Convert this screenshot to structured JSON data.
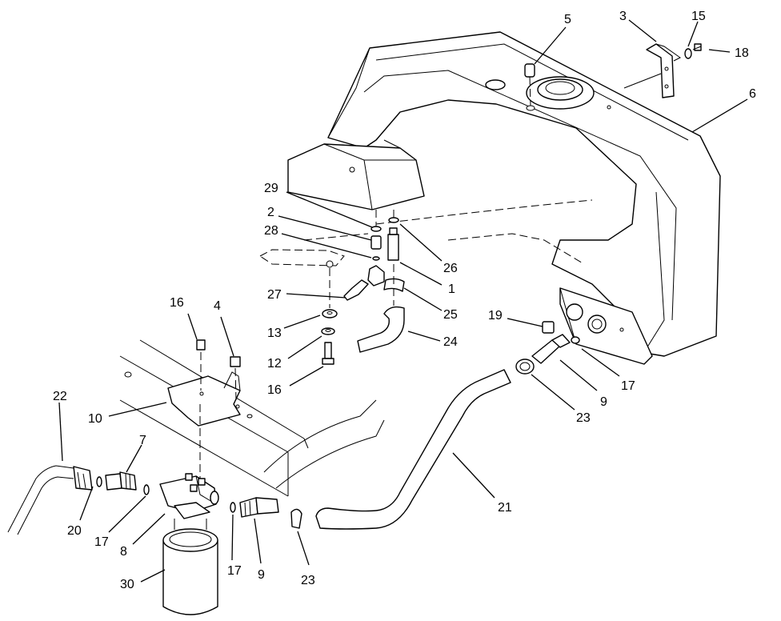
{
  "callouts": [
    {
      "id": "c-5",
      "label": "5"
    },
    {
      "id": "c-3",
      "label": "3"
    },
    {
      "id": "c-15",
      "label": "15"
    },
    {
      "id": "c-18",
      "label": "18"
    },
    {
      "id": "c-6",
      "label": "6"
    },
    {
      "id": "c-29",
      "label": "29"
    },
    {
      "id": "c-2",
      "label": "2"
    },
    {
      "id": "c-28",
      "label": "28"
    },
    {
      "id": "c-26",
      "label": "26"
    },
    {
      "id": "c-1",
      "label": "1"
    },
    {
      "id": "c-27",
      "label": "27"
    },
    {
      "id": "c-25",
      "label": "25"
    },
    {
      "id": "c-13",
      "label": "13"
    },
    {
      "id": "c-24",
      "label": "24"
    },
    {
      "id": "c-12",
      "label": "12"
    },
    {
      "id": "c-16a",
      "label": "16"
    },
    {
      "id": "c-16b",
      "label": "16"
    },
    {
      "id": "c-4",
      "label": "4"
    },
    {
      "id": "c-19",
      "label": "19"
    },
    {
      "id": "c-17a",
      "label": "17"
    },
    {
      "id": "c-9a",
      "label": "9"
    },
    {
      "id": "c-23a",
      "label": "23"
    },
    {
      "id": "c-22",
      "label": "22"
    },
    {
      "id": "c-10",
      "label": "10"
    },
    {
      "id": "c-7",
      "label": "7"
    },
    {
      "id": "c-21",
      "label": "21"
    },
    {
      "id": "c-20",
      "label": "20"
    },
    {
      "id": "c-17b",
      "label": "17"
    },
    {
      "id": "c-8",
      "label": "8"
    },
    {
      "id": "c-17c",
      "label": "17"
    },
    {
      "id": "c-9b",
      "label": "9"
    },
    {
      "id": "c-23b",
      "label": "23"
    },
    {
      "id": "c-30",
      "label": "30"
    }
  ]
}
